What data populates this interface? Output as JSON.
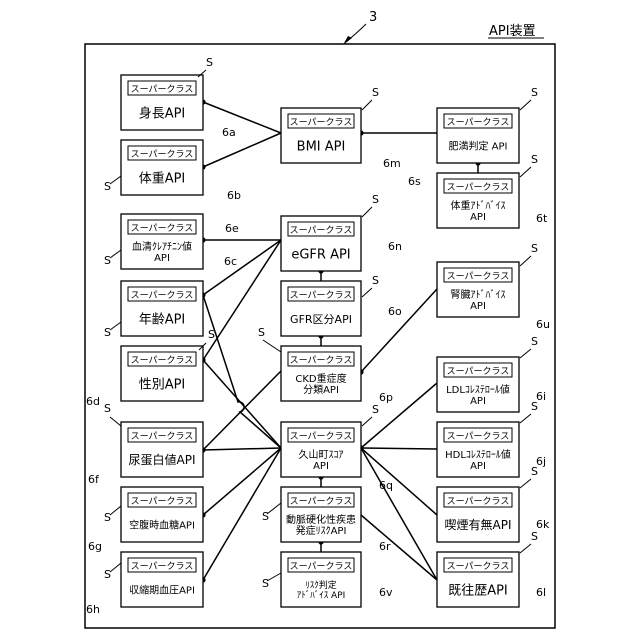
{
  "figure": {
    "number": "3",
    "title": "API装置",
    "superclass": "スーパークラス",
    "s_label": "S"
  },
  "modules": {
    "6a": {
      "ref": "6a",
      "name": "身長API"
    },
    "6b": {
      "ref": "6b",
      "name": "体重API"
    },
    "6e": {
      "ref": "6e",
      "name": "血清ｸﾚｱﾁﾆﾝ値\nAPI"
    },
    "6c": {
      "ref": "6c",
      "name": "年齢API"
    },
    "6d": {
      "ref": "6d",
      "name": "性別API"
    },
    "6f": {
      "ref": "6f",
      "name": "尿蛋白値API"
    },
    "6g": {
      "ref": "6g",
      "name": "空腹時血糖API"
    },
    "6h": {
      "ref": "6h",
      "name": "収縮期血圧API"
    },
    "6m": {
      "ref": "6m",
      "name": "BMI API"
    },
    "6n": {
      "ref": "6n",
      "name": "eGFR API"
    },
    "6o": {
      "ref": "6o",
      "name": "GFR区分API"
    },
    "6p": {
      "ref": "6p",
      "name": "CKD重症度\n分類API"
    },
    "6q": {
      "ref": "6q",
      "name": "久山町ｽｺｱ\nAPI"
    },
    "6r": {
      "ref": "6r",
      "name": "動脈硬化性疾患\n発症ﾘｽｸAPI"
    },
    "6v": {
      "ref": "6v",
      "name": "ﾘｽｸ判定\nｱﾄﾞﾊﾞｲｽ API"
    },
    "6s": {
      "ref": "6s",
      "name": "肥満判定 API"
    },
    "6t": {
      "ref": "6t",
      "name": "体重ｱﾄﾞﾊﾞｲｽ\nAPI"
    },
    "6u": {
      "ref": "6u",
      "name": "腎臓ｱﾄﾞﾊﾞｲｽ\nAPI"
    },
    "6i": {
      "ref": "6i",
      "name": "LDLｺﾚｽﾃﾛｰﾙ値\nAPI"
    },
    "6j": {
      "ref": "6j",
      "name": "HDLｺﾚｽﾃﾛｰﾙ値\nAPI"
    },
    "6k": {
      "ref": "6k",
      "name": "喫煙有無API"
    },
    "6l": {
      "ref": "6l",
      "name": "既往歴API"
    }
  },
  "connections": [
    [
      "6a",
      "6m"
    ],
    [
      "6b",
      "6m"
    ],
    [
      "6m",
      "6s"
    ],
    [
      "6s",
      "6t"
    ],
    [
      "6e",
      "6n"
    ],
    [
      "6c",
      "6n"
    ],
    [
      "6d",
      "6n"
    ],
    [
      "6c",
      "6q"
    ],
    [
      "6d",
      "6q"
    ],
    [
      "6n",
      "6o"
    ],
    [
      "6o",
      "6p"
    ],
    [
      "6f",
      "6p"
    ],
    [
      "6p",
      "6u"
    ],
    [
      "6f",
      "6q"
    ],
    [
      "6g",
      "6q"
    ],
    [
      "6h",
      "6q"
    ],
    [
      "6q",
      "6i"
    ],
    [
      "6q",
      "6j"
    ],
    [
      "6q",
      "6k"
    ],
    [
      "6q",
      "6l"
    ],
    [
      "6q",
      "6r"
    ],
    [
      "6r",
      "6v"
    ],
    [
      "6r",
      "6l"
    ]
  ]
}
